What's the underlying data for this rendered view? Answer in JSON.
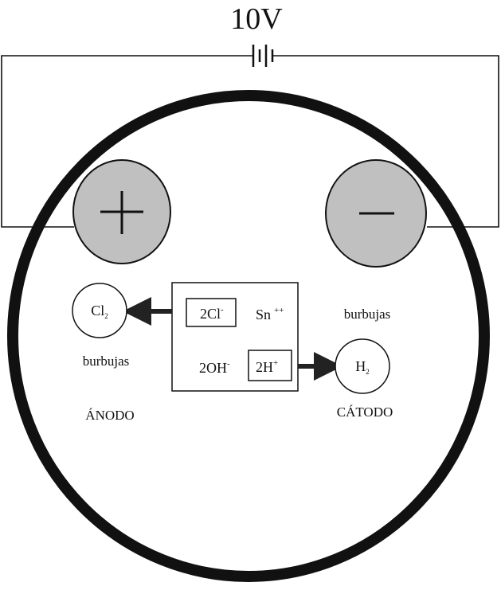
{
  "diagram": {
    "voltage_label": "10V",
    "anode": {
      "symbol": "+",
      "label": "ÁNODO",
      "gas": {
        "base": "Cl",
        "subscript": "2"
      },
      "bubbles_label": "burbujas"
    },
    "cathode": {
      "symbol": "−",
      "label": "CÁTODO",
      "gas": {
        "base": "H",
        "subscript": "2"
      },
      "bubbles_label": "burbujas"
    },
    "ions": {
      "chloride": {
        "base": "2Cl",
        "charge": "-"
      },
      "tin": {
        "base": "Sn",
        "charge": "++"
      },
      "hydroxide": {
        "base": "2OH",
        "charge": "-"
      },
      "hydrogen": {
        "base": "2H",
        "charge": "+"
      }
    },
    "colors": {
      "line": "#111111",
      "electrode_fill": "#c0c0c0",
      "background": "#ffffff"
    }
  }
}
